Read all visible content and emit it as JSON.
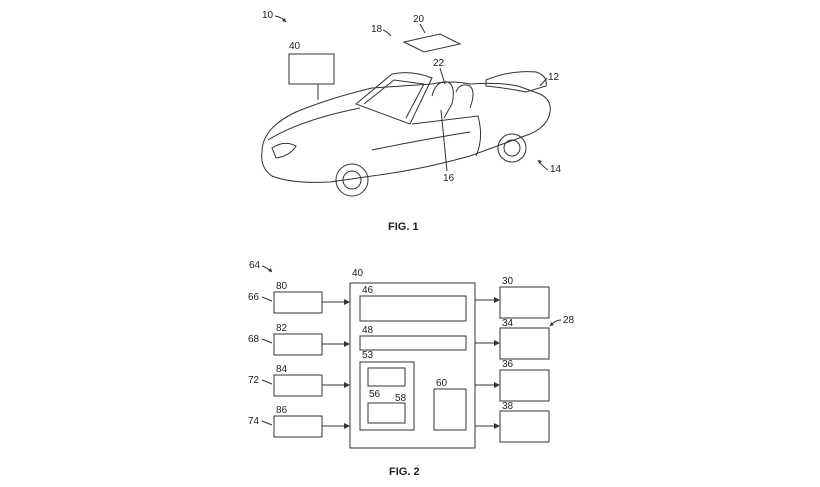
{
  "figure1": {
    "caption": "FIG. 1",
    "labels": {
      "vehicle": "10",
      "system": "18",
      "panel": "20",
      "headrest": "22",
      "controller": "40",
      "rear": "12",
      "wheel": "14",
      "seat": "16"
    }
  },
  "figure2": {
    "caption": "FIG. 2",
    "labels": {
      "system": "64",
      "controller": "40",
      "memory1": "46",
      "memory2": "48",
      "processor_group": "53",
      "unit56": "56",
      "unit58": "58",
      "unit60": "60",
      "outputs_group": "28",
      "in1_signal": "66",
      "in2_signal": "68",
      "in3_signal": "72",
      "in4_signal": "74",
      "in1_box": "80",
      "in2_box": "82",
      "in3_box": "84",
      "in4_box": "86",
      "out1": "30",
      "out2": "34",
      "out3": "36",
      "out4": "38"
    }
  }
}
